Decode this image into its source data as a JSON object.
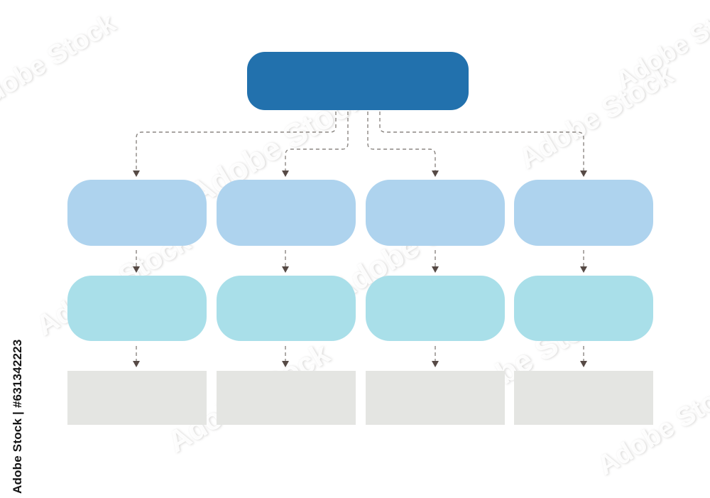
{
  "credit": {
    "label": "Adobe Stock | #631342223"
  },
  "watermark": {
    "text": "Adobe Stock"
  },
  "colors": {
    "background": "#ffffff",
    "root_node": "#2271ad",
    "level2_node": "#aed3ee",
    "level3_node": "#a9dfe9",
    "level4_node": "#e4e5e2",
    "connector": "#8b8682",
    "arrowhead": "#564a45",
    "credit_text": "#141414"
  },
  "diagram": {
    "type": "flowchart-template",
    "levels": [
      {
        "name": "root",
        "node_count": 1,
        "shape": "rounded-rect",
        "color": "#2271ad",
        "labels": [
          ""
        ]
      },
      {
        "name": "level-2",
        "node_count": 4,
        "shape": "rounded-rect",
        "color": "#aed3ee",
        "labels": [
          "",
          "",
          "",
          ""
        ]
      },
      {
        "name": "level-3",
        "node_count": 4,
        "shape": "rounded-rect",
        "color": "#a9dfe9",
        "labels": [
          "",
          "",
          "",
          ""
        ]
      },
      {
        "name": "level-4",
        "node_count": 4,
        "shape": "rect",
        "color": "#e4e5e2",
        "labels": [
          "",
          "",
          "",
          ""
        ]
      }
    ],
    "connections": [
      "root -> level-2 node 1 (dashed, arrow)",
      "root -> level-2 node 2 (dashed, arrow)",
      "root -> level-2 node 3 (dashed, arrow)",
      "root -> level-2 node 4 (dashed, arrow)",
      "level-2 -> level-3 (4 straight dashed arrows)",
      "level-3 -> level-4 (4 straight dashed arrows)"
    ]
  }
}
